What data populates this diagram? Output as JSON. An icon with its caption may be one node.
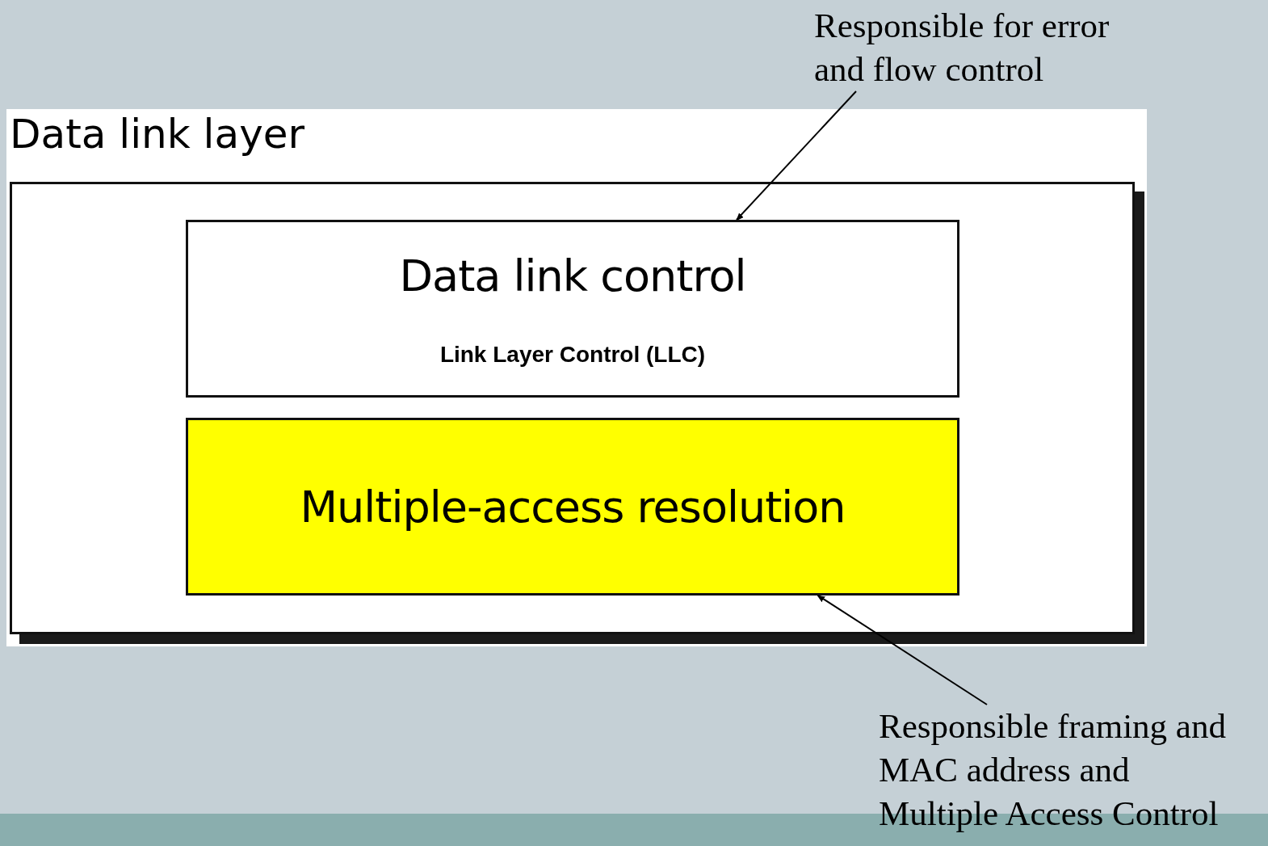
{
  "diagram": {
    "nodes": [
      {
        "text": [
          "Data link layer"
        ]
      },
      {
        "text": [
          "Data link control",
          "Link Layer Control (LLC)"
        ],
        "in": 0
      },
      {
        "text": [
          "Multiple-access resolution"
        ],
        "in": 0
      },
      {
        "text": [
          "Responsible for error and flow control"
        ]
      },
      {
        "text": [
          "Responsible framing and MAC address and Multiple Access Control"
        ]
      }
    ],
    "edges": [
      {
        "from": 3,
        "to": 1,
        "arrow": "to"
      },
      {
        "from": 4,
        "to": 2,
        "arrow": "to"
      }
    ]
  }
}
